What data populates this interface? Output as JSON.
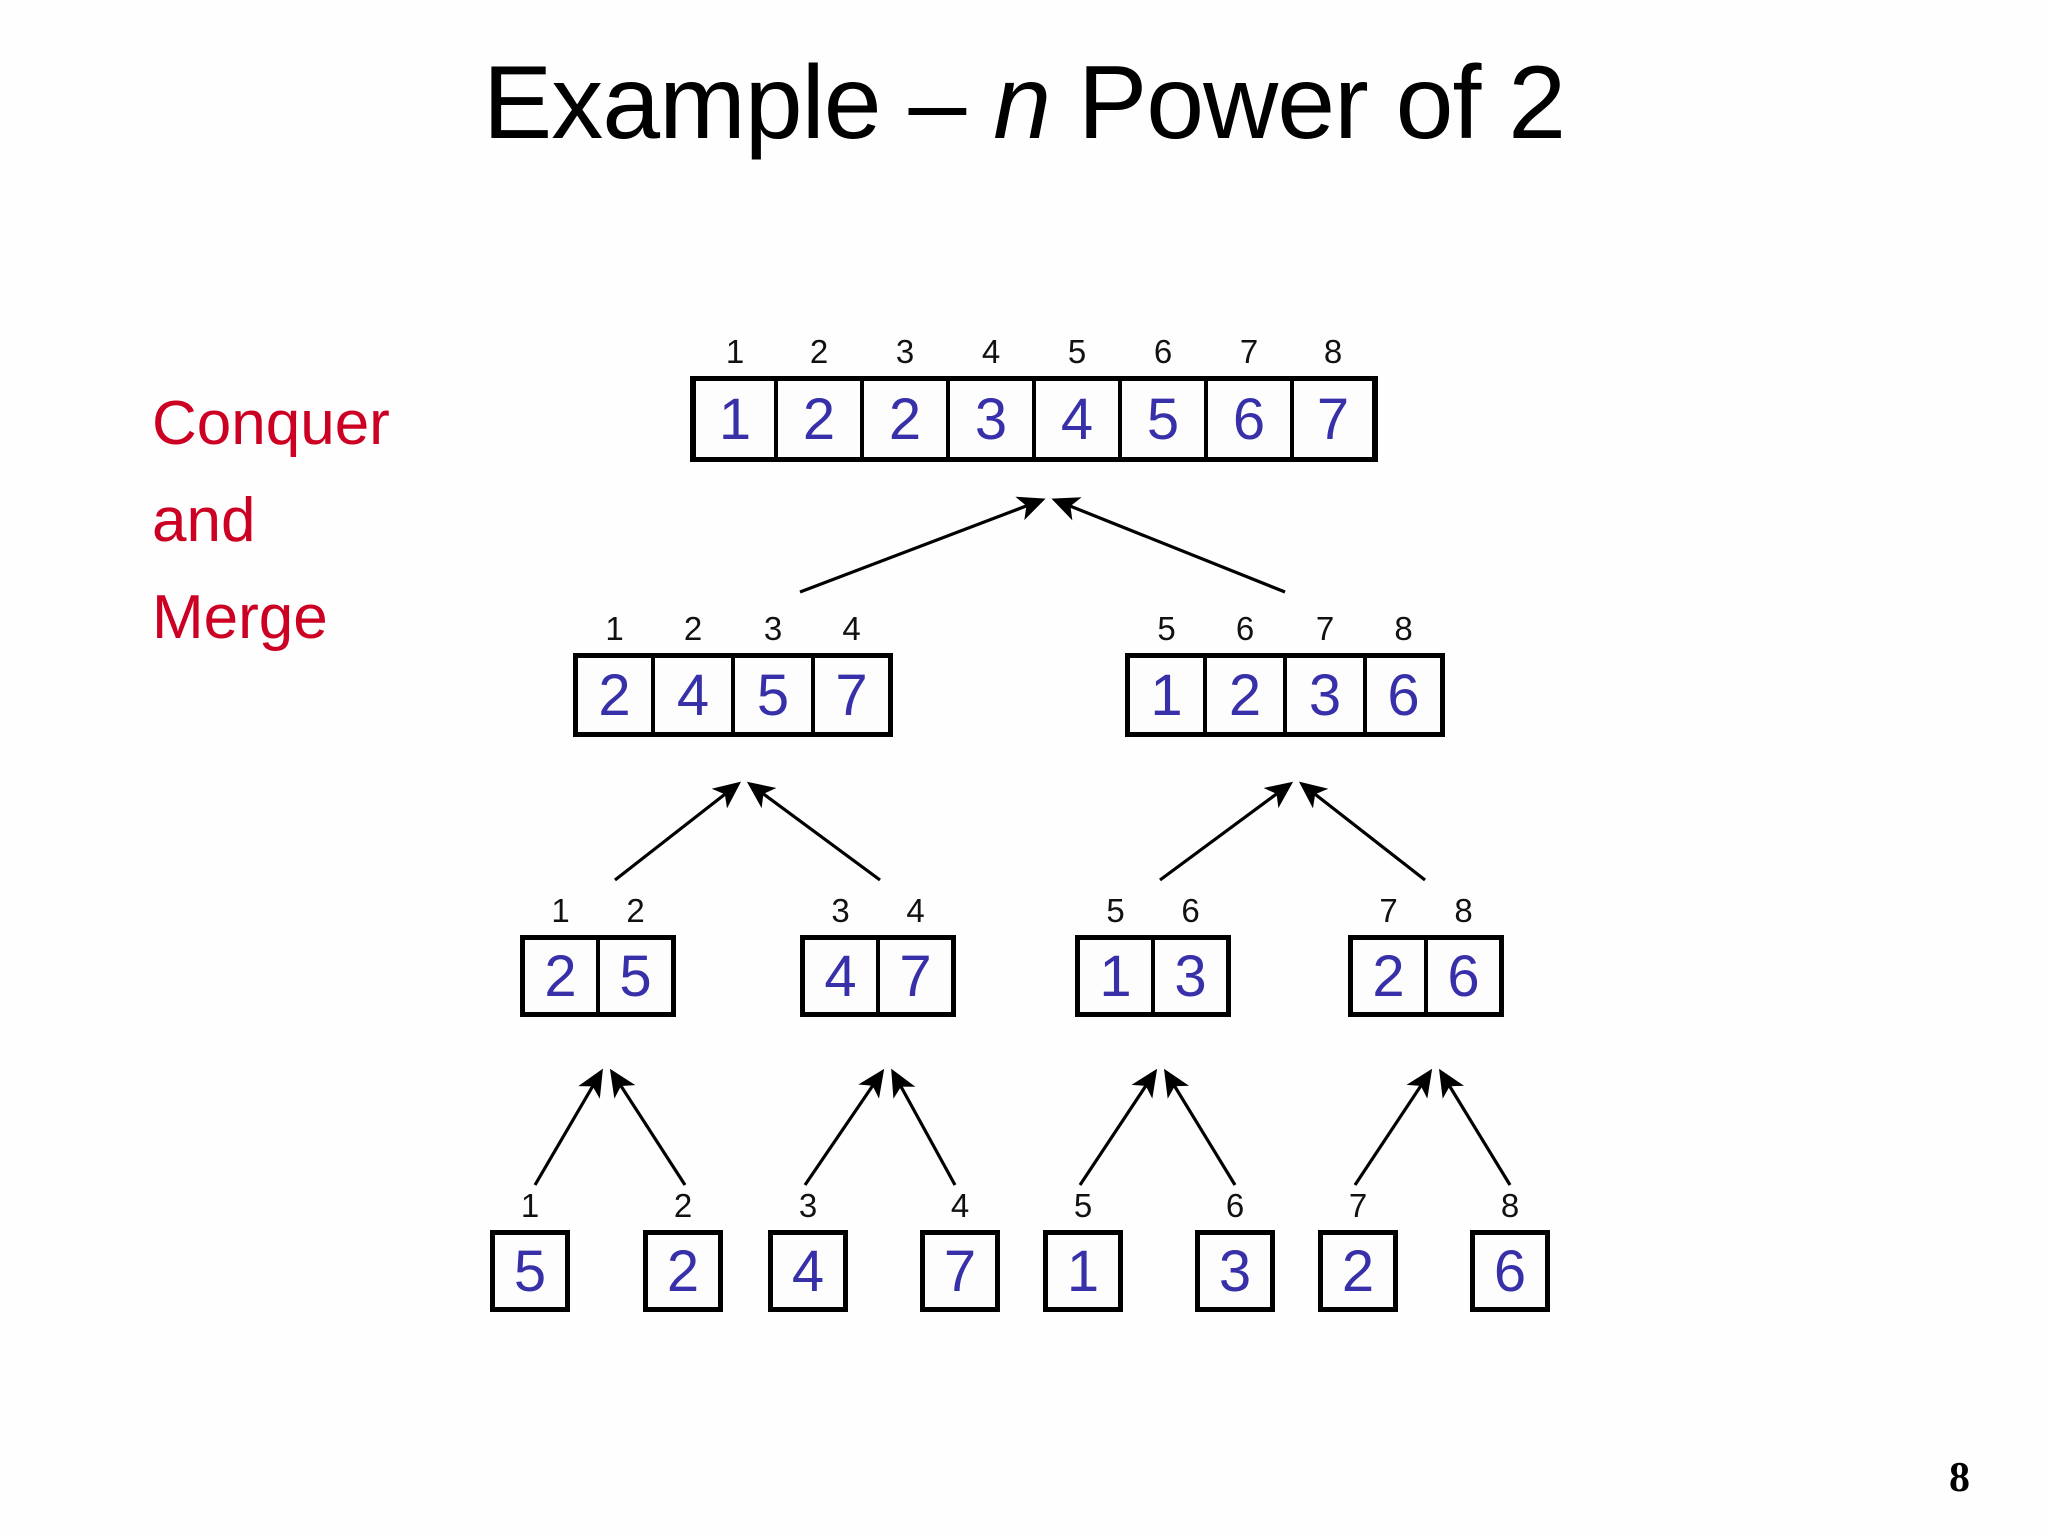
{
  "slide": {
    "title_prefix": "Example – ",
    "title_variable": "n",
    "title_suffix": " Power of 2",
    "page_number": "8",
    "caption_lines": [
      "Conquer",
      "and",
      "Merge"
    ],
    "colors": {
      "title": "#000000",
      "caption": "#CC0022",
      "value": "#3730A8",
      "index": "#111111",
      "box_border": "#000000",
      "background": "#FEFEFE"
    }
  },
  "chart_data": {
    "type": "diagram",
    "subtype": "merge-sort-tree",
    "title": "Example – n Power of 2",
    "caption": "Conquer and Merge",
    "direction": "bottom-up merge",
    "n": 8,
    "levels": [
      {
        "level": 1,
        "name": "merged-array",
        "groups": [
          {
            "indices": [
              "1",
              "2",
              "3",
              "4",
              "5",
              "6",
              "7",
              "8"
            ],
            "values": [
              "1",
              "2",
              "2",
              "3",
              "4",
              "5",
              "6",
              "7"
            ]
          }
        ]
      },
      {
        "level": 2,
        "name": "halves",
        "groups": [
          {
            "indices": [
              "1",
              "2",
              "3",
              "4"
            ],
            "values": [
              "2",
              "4",
              "5",
              "7"
            ]
          },
          {
            "indices": [
              "5",
              "6",
              "7",
              "8"
            ],
            "values": [
              "1",
              "2",
              "3",
              "6"
            ]
          }
        ]
      },
      {
        "level": 3,
        "name": "pairs",
        "groups": [
          {
            "indices": [
              "1",
              "2"
            ],
            "values": [
              "2",
              "5"
            ]
          },
          {
            "indices": [
              "3",
              "4"
            ],
            "values": [
              "4",
              "7"
            ]
          },
          {
            "indices": [
              "5",
              "6"
            ],
            "values": [
              "1",
              "3"
            ]
          },
          {
            "indices": [
              "7",
              "8"
            ],
            "values": [
              "2",
              "6"
            ]
          }
        ]
      },
      {
        "level": 4,
        "name": "singletons",
        "groups": [
          {
            "indices": [
              "1"
            ],
            "values": [
              "5"
            ]
          },
          {
            "indices": [
              "2"
            ],
            "values": [
              "2"
            ]
          },
          {
            "indices": [
              "3"
            ],
            "values": [
              "4"
            ]
          },
          {
            "indices": [
              "4"
            ],
            "values": [
              "7"
            ]
          },
          {
            "indices": [
              "5"
            ],
            "values": [
              "1"
            ]
          },
          {
            "indices": [
              "6"
            ],
            "values": [
              "3"
            ]
          },
          {
            "indices": [
              "7"
            ],
            "values": [
              "2"
            ]
          },
          {
            "indices": [
              "8"
            ],
            "values": [
              "6"
            ]
          }
        ]
      }
    ]
  },
  "tree": {
    "merged": {
      "indices": [
        "1",
        "2",
        "3",
        "4",
        "5",
        "6",
        "7",
        "8"
      ],
      "values": [
        "1",
        "2",
        "2",
        "3",
        "4",
        "5",
        "6",
        "7"
      ]
    },
    "half_left": {
      "indices": [
        "1",
        "2",
        "3",
        "4"
      ],
      "values": [
        "2",
        "4",
        "5",
        "7"
      ]
    },
    "half_right": {
      "indices": [
        "5",
        "6",
        "7",
        "8"
      ],
      "values": [
        "1",
        "2",
        "3",
        "6"
      ]
    },
    "pair_1": {
      "indices": [
        "1",
        "2"
      ],
      "values": [
        "2",
        "5"
      ]
    },
    "pair_2": {
      "indices": [
        "3",
        "4"
      ],
      "values": [
        "4",
        "7"
      ]
    },
    "pair_3": {
      "indices": [
        "5",
        "6"
      ],
      "values": [
        "1",
        "3"
      ]
    },
    "pair_4": {
      "indices": [
        "7",
        "8"
      ],
      "values": [
        "2",
        "6"
      ]
    },
    "single_1": {
      "index": "1",
      "value": "5"
    },
    "single_2": {
      "index": "2",
      "value": "2"
    },
    "single_3": {
      "index": "3",
      "value": "4"
    },
    "single_4": {
      "index": "4",
      "value": "7"
    },
    "single_5": {
      "index": "5",
      "value": "1"
    },
    "single_6": {
      "index": "6",
      "value": "3"
    },
    "single_7": {
      "index": "7",
      "value": "2"
    },
    "single_8": {
      "index": "8",
      "value": "6"
    }
  }
}
